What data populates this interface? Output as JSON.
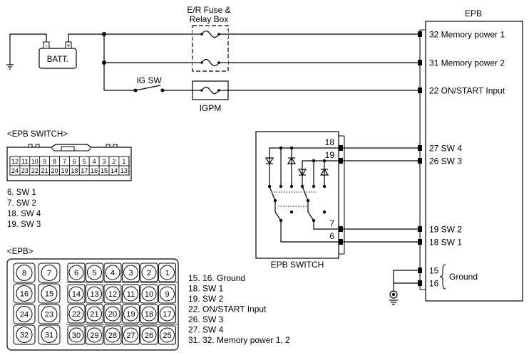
{
  "labels": {
    "fuse_box_line1": "E/R Fuse &",
    "fuse_box_line2": "Relay Box",
    "epb_title": "EPB",
    "battery": "BATT.",
    "battery_minus": "-",
    "battery_plus": "+",
    "ig_sw": "IG SW",
    "igpm": "IGPM",
    "epb_switch": "EPB SWITCH",
    "ground_group": "Ground"
  },
  "epb_pins": [
    {
      "pin": "32",
      "name": "Memory power 1"
    },
    {
      "pin": "31",
      "name": "Memory power 2"
    },
    {
      "pin": "22",
      "name": "ON/START Input"
    },
    {
      "pin": "27",
      "name": "SW 4"
    },
    {
      "pin": "26",
      "name": "SW 3"
    },
    {
      "pin": "19",
      "name": "SW 2"
    },
    {
      "pin": "18",
      "name": "SW 1"
    },
    {
      "pin": "15",
      "name": ""
    },
    {
      "pin": "16",
      "name": ""
    }
  ],
  "switch_pins": [
    "18",
    "19",
    "7",
    "6"
  ],
  "epb_switch_connector": {
    "title": "<EPB SWITCH>",
    "row1": [
      "12",
      "11",
      "10",
      "9",
      "8",
      "7",
      "6",
      "5",
      "4",
      "3",
      "2",
      "1"
    ],
    "row2": [
      "24",
      "23",
      "22",
      "21",
      "20",
      "19",
      "18",
      "17",
      "16",
      "15",
      "14",
      "13"
    ],
    "legend": [
      "6. SW 1",
      "7. SW 2",
      "18. SW 4",
      "19. SW 3"
    ]
  },
  "epb_connector": {
    "title": "<EPB>",
    "left_pairs": [
      [
        "8",
        "7"
      ],
      [
        "16",
        "15"
      ],
      [
        "24",
        "23"
      ],
      [
        "32",
        "31"
      ]
    ],
    "mid_rows": [
      [
        "6",
        "5",
        "4",
        "3",
        "2",
        "1"
      ],
      [
        "14",
        "13",
        "12",
        "11",
        "10",
        "9"
      ],
      [
        "22",
        "21",
        "20",
        "19",
        "18",
        "17"
      ],
      [
        "30",
        "29",
        "28",
        "27",
        "26",
        "25"
      ]
    ],
    "legend": [
      "15. 16. Ground",
      "18. SW 1",
      "19. SW 2",
      "22. ON/START Input",
      "26. SW 3",
      "27. SW 4",
      "31. 32. Memory power 1, 2"
    ]
  }
}
